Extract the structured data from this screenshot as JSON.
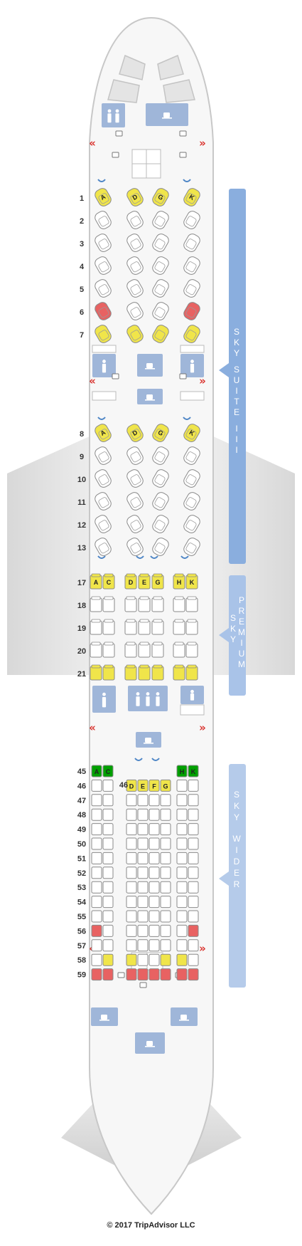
{
  "cabins": [
    {
      "name": "SKY SUITE III",
      "rows": [
        "1",
        "2",
        "3",
        "4",
        "5",
        "6",
        "7",
        "8",
        "9",
        "10",
        "11",
        "12",
        "13"
      ],
      "column_letters": [
        "A",
        "D",
        "G",
        "K"
      ]
    },
    {
      "name": "PREMIUM",
      "second_name": "SKY",
      "rows": [
        "17",
        "18",
        "19",
        "20",
        "21"
      ],
      "column_letters": [
        "A",
        "C",
        "D",
        "E",
        "G",
        "H",
        "K"
      ]
    },
    {
      "name": "SKY WIDER",
      "rows": [
        "45",
        "46",
        "47",
        "48",
        "49",
        "50",
        "51",
        "52",
        "53",
        "54",
        "55",
        "56",
        "57",
        "58",
        "59"
      ],
      "column_letters": [
        "A",
        "C",
        "D",
        "E",
        "F",
        "G",
        "H",
        "K"
      ]
    }
  ],
  "legend_colors": {
    "standard": "#ffffff",
    "good": "#00a000",
    "mixed": "#f0e54a",
    "bad": "#e86262",
    "amenity": "#9fb6d9",
    "cabin_band": "#8aaede"
  },
  "icon_names": [
    "lavatory-icon",
    "galley-icon",
    "exit-arrow-icon",
    "bassinet-icon"
  ],
  "copyright": "© 2017 TripAdvisor LLC"
}
